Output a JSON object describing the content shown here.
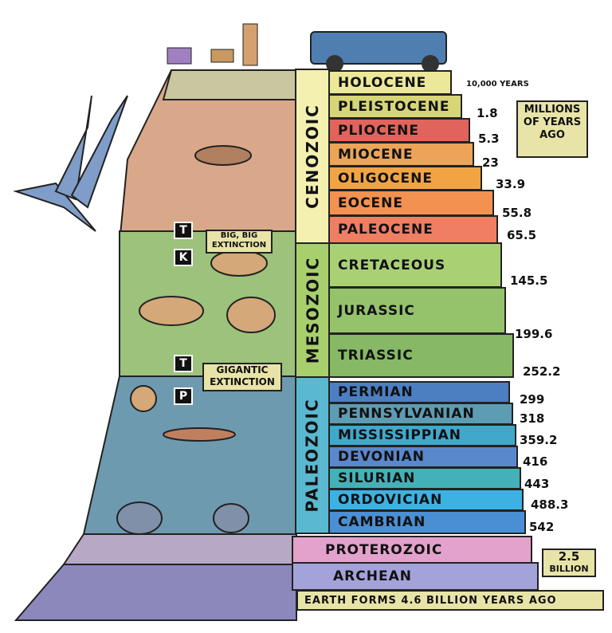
{
  "eras": [
    {
      "label": "CENOZOIC",
      "color": "#f3f0b0"
    },
    {
      "label": "MESOZOIC",
      "color": "#a8cf6e"
    },
    {
      "label": "PALEOZOIC",
      "color": "#5ab8d0"
    }
  ],
  "periods": [
    {
      "label": "HOLOCENE",
      "color": "#ece89a"
    },
    {
      "label": "PLEISTOCENE",
      "color": "#d6d678"
    },
    {
      "label": "PLIOCENE",
      "color": "#e0645c"
    },
    {
      "label": "MIOCENE",
      "color": "#eba458"
    },
    {
      "label": "OLIGOCENE",
      "color": "#f2a444"
    },
    {
      "label": "EOCENE",
      "color": "#f39250"
    },
    {
      "label": "PALEOCENE",
      "color": "#ef7e62"
    },
    {
      "label": "CRETACEOUS",
      "color": "#a9d174"
    },
    {
      "label": "JURASSIC",
      "color": "#94c36c"
    },
    {
      "label": "TRIASSIC",
      "color": "#86b866"
    },
    {
      "label": "PERMIAN",
      "color": "#4c7fc2"
    },
    {
      "label": "PENNSYLVANIAN",
      "color": "#5c9db4"
    },
    {
      "label": "MISSISSIPPIAN",
      "color": "#3fa9cc"
    },
    {
      "label": "DEVONIAN",
      "color": "#5a88cc"
    },
    {
      "label": "SILURIAN",
      "color": "#44b1b8"
    },
    {
      "label": "ORDOVICIAN",
      "color": "#3cb2e4"
    },
    {
      "label": "CAMBRIAN",
      "color": "#4a8fd4"
    },
    {
      "label": "PROTEROZOIC",
      "color": "#e3a2cc"
    },
    {
      "label": "ARCHEAN",
      "color": "#a3a3da"
    }
  ],
  "boundaries": [
    "10,000 YEARS",
    "1.8",
    "5.3",
    "23",
    "33.9",
    "55.8",
    "65.5",
    "145.5",
    "199.6",
    "252.2",
    "299",
    "318",
    "359.2",
    "416",
    "443",
    "488.3",
    "542"
  ],
  "units_note": "MILLIONS OF YEARS AGO",
  "billion_note": {
    "value": "2.5",
    "unit": "BILLION"
  },
  "earth_forms": "EARTH FORMS 4.6 BILLION YEARS AGO",
  "extinctions": [
    {
      "tag_top": "T",
      "tag_bottom": "K",
      "label": "BIG, BIG EXTINCTION"
    },
    {
      "tag_top": "T",
      "tag_bottom": "P",
      "label": "GIGANTIC EXTINCTION"
    }
  ]
}
